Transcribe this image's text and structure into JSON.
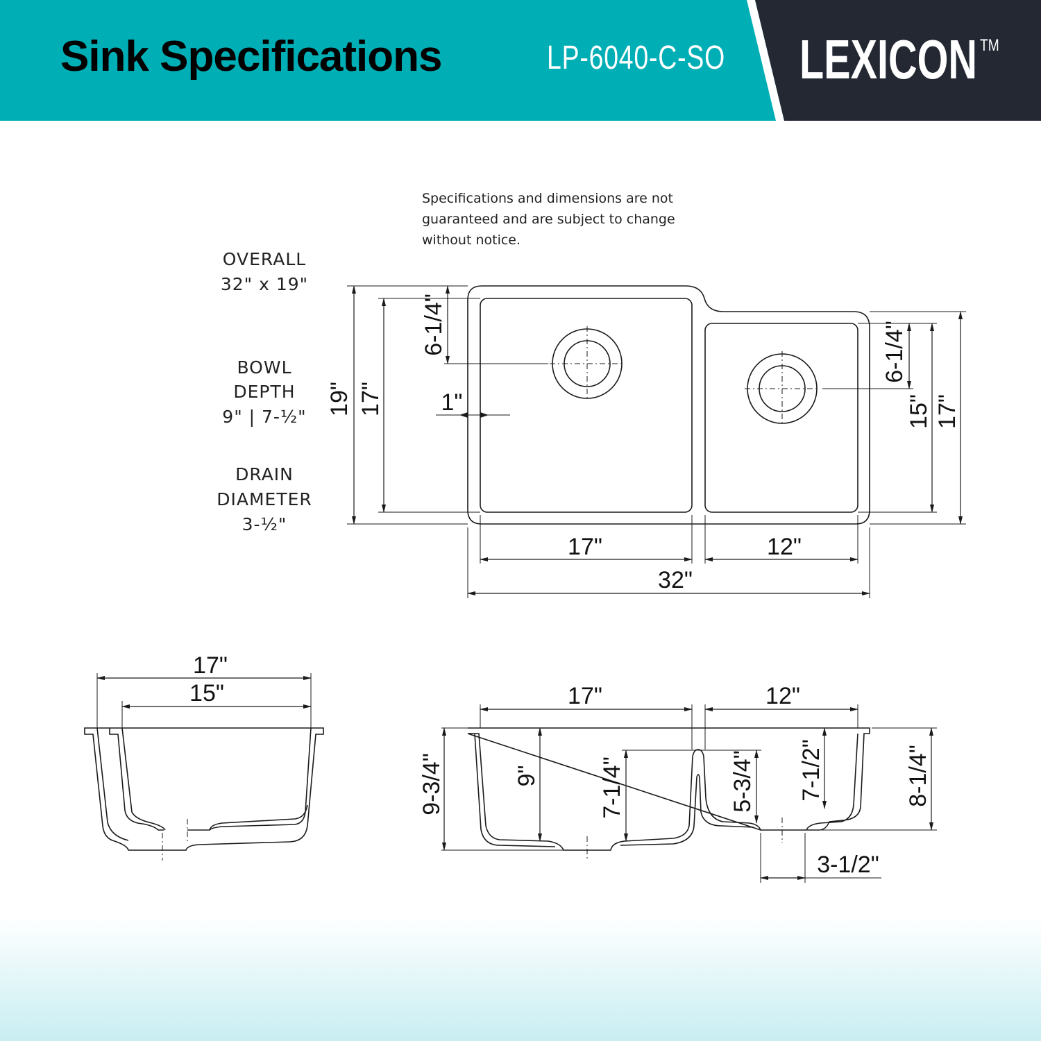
{
  "header": {
    "title": "Sink Specifications",
    "model": "LP-6040-C-SO",
    "brand": "LEXICON",
    "trademark": "TM"
  },
  "colors": {
    "header_bg": "#00aeb6",
    "brand_bg": "#232833"
  },
  "notice": [
    "Specifications and dimensions are not",
    "guaranteed and are subject to change",
    "without notice."
  ],
  "specs": {
    "overall": {
      "label": "OVERALL",
      "value": "32\" x 19\""
    },
    "bowl_depth": {
      "label1": "BOWL",
      "label2": "DEPTH",
      "value": "9\" | 7-½\""
    },
    "drain": {
      "label1": "DRAIN",
      "label2": "DIAMETER",
      "value": "3-½\""
    }
  },
  "top_view": {
    "overall_depth": "19\"",
    "left_bowl_depth": "17\"",
    "left_drain_offset": "6-1/4\"",
    "wall": "1\"",
    "right_drain_offset": "6-1/4\"",
    "right_bowl_depth": "15\"",
    "right_overall_depth": "17\"",
    "left_bowl_width": "17\"",
    "right_bowl_width": "12\"",
    "overall_width": "32\""
  },
  "side_view": {
    "outer_width": "17\"",
    "inner_width": "15\""
  },
  "front_view": {
    "left_width": "17\"",
    "right_width": "12\"",
    "overall_height": "9-3/4\"",
    "left_depth": "9\"",
    "divider_left": "7-1/4\"",
    "divider_right": "5-3/4\"",
    "right_depth": "7-1/2\"",
    "right_height": "8-1/4\"",
    "drain_width": "3-1/2\""
  }
}
